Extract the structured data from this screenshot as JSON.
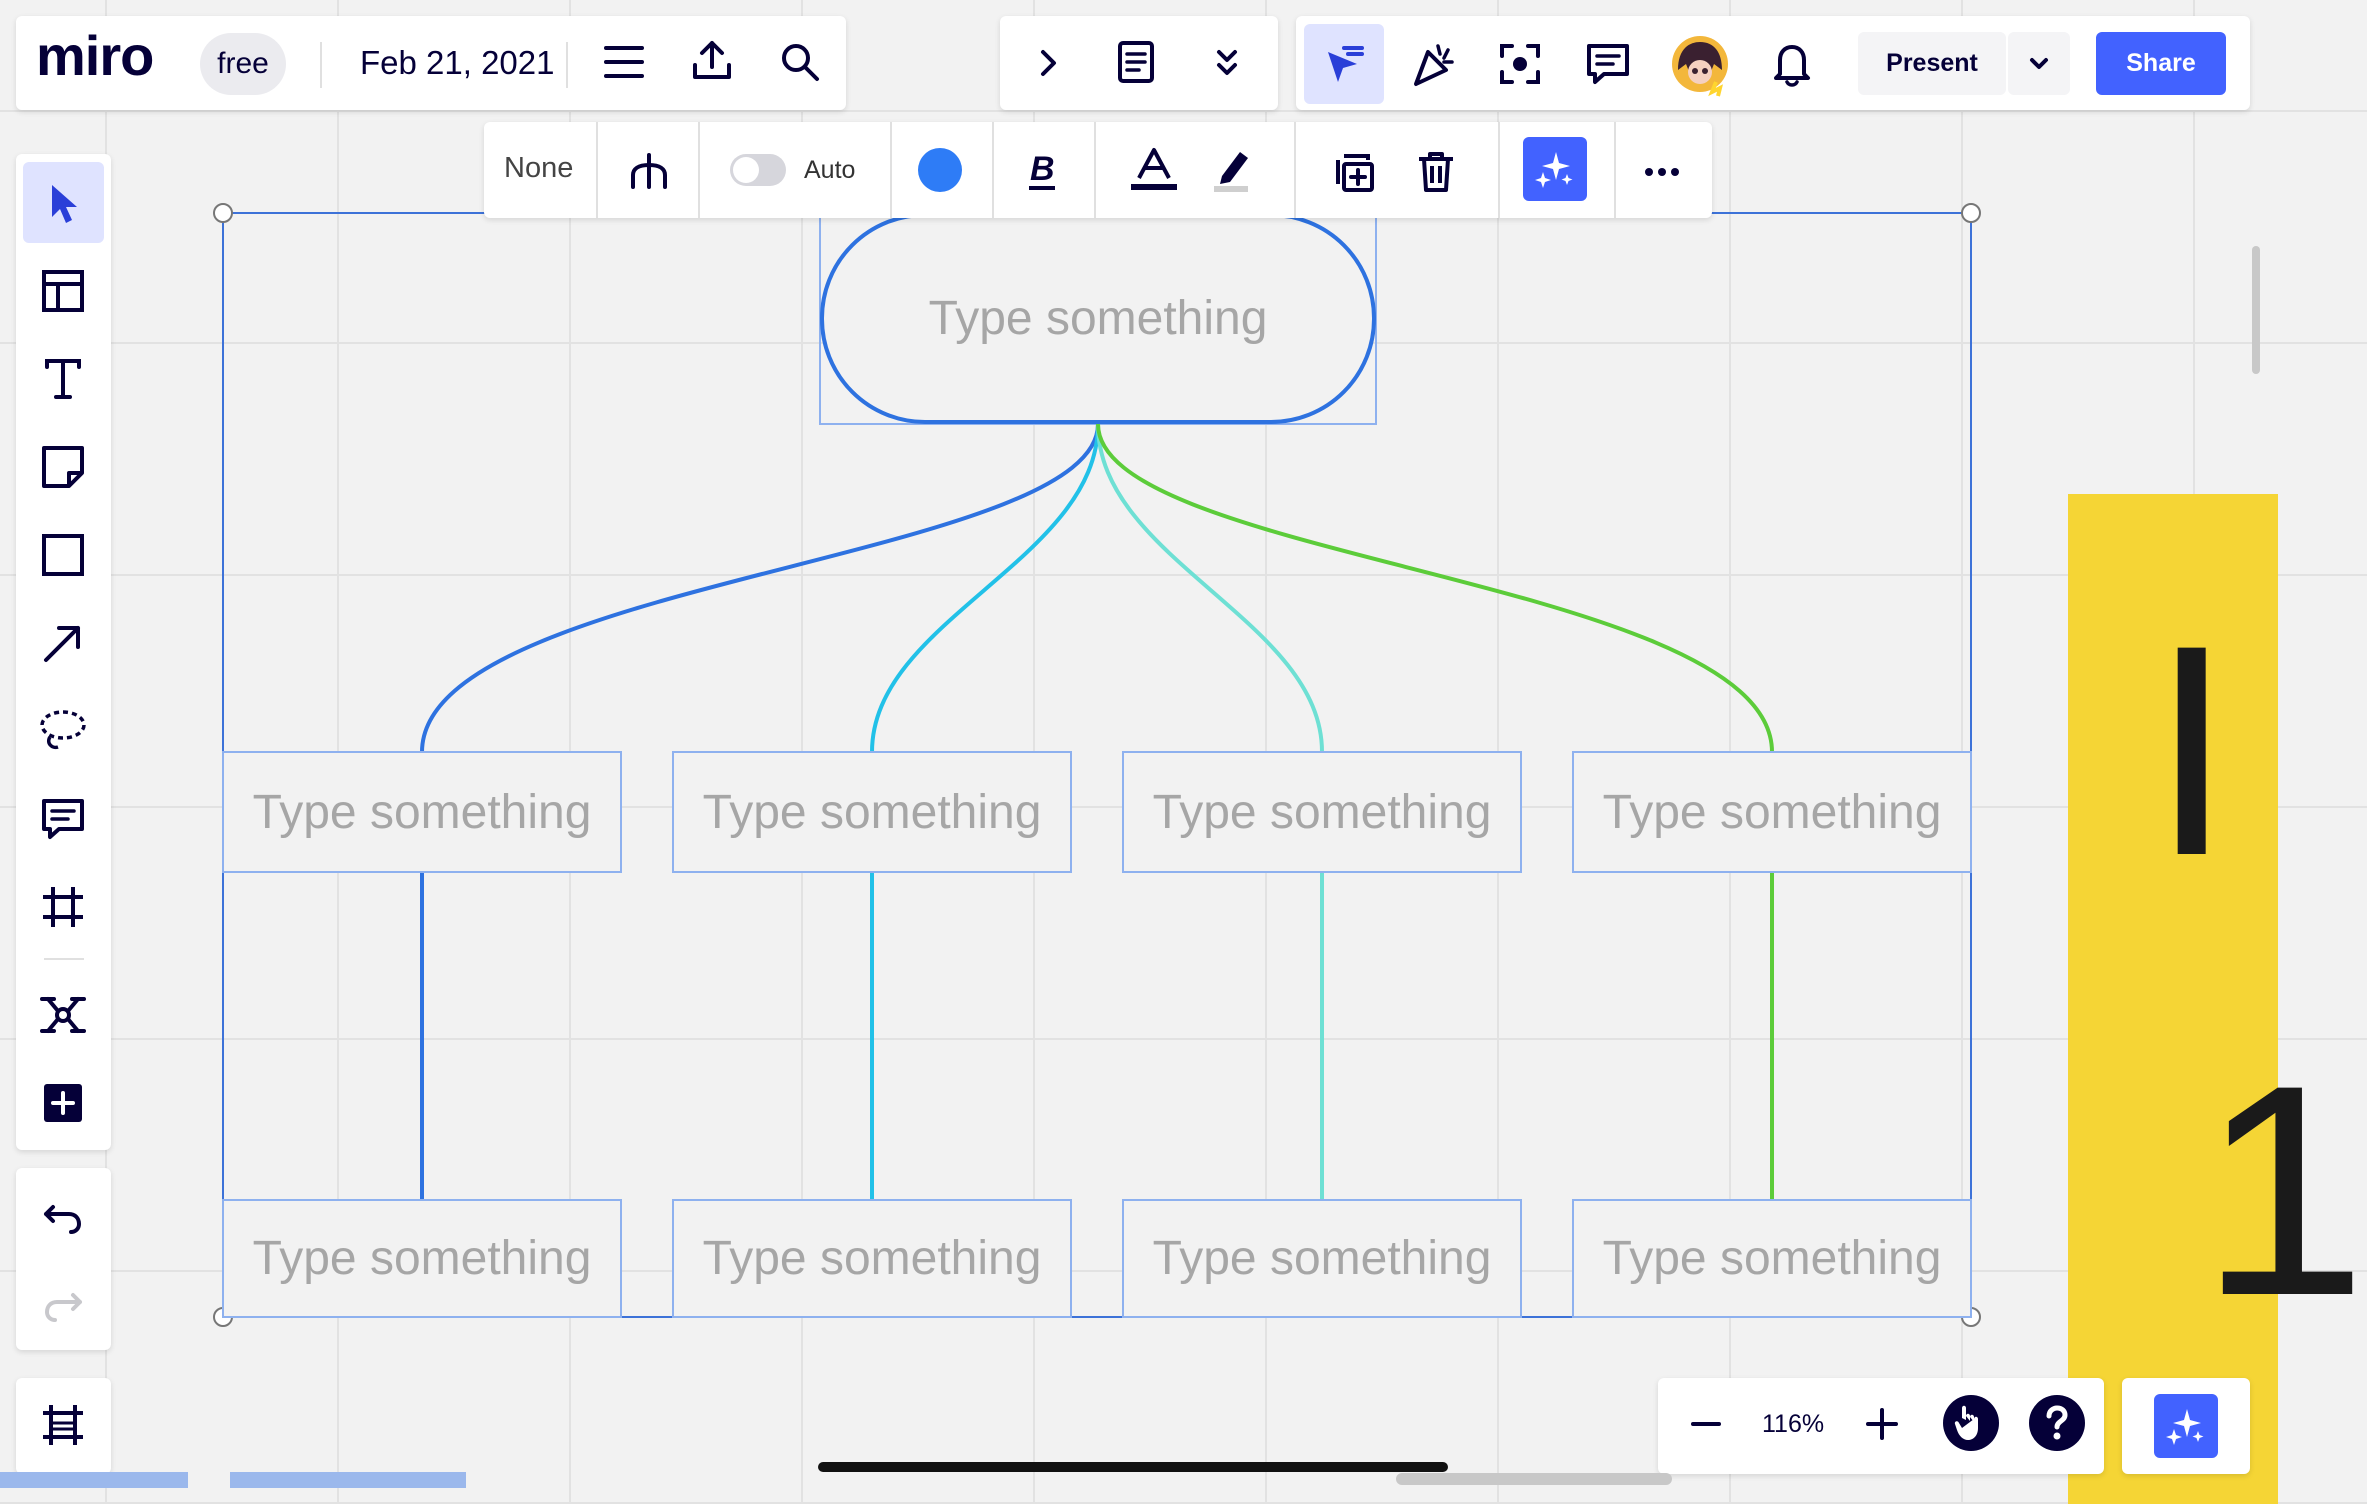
{
  "header": {
    "logo": "miro",
    "plan_badge": "free",
    "board_title": "Feb 21, 2021"
  },
  "collab_bar": {
    "present_label": "Present",
    "share_label": "Share"
  },
  "context_toolbar": {
    "style_label": "None",
    "auto_label": "Auto",
    "line_color": "#2e7cf6"
  },
  "canvas": {
    "root_node": "Type something",
    "level1_nodes": [
      "Type something",
      "Type something",
      "Type something",
      "Type something"
    ],
    "level2_nodes": [
      "Type something",
      "Type something",
      "Type something",
      "Type something"
    ],
    "branch_colors": [
      "#2e72e0",
      "#22c1e8",
      "#6ee0d4",
      "#5ccc3a"
    ]
  },
  "sticky_note": {
    "line1": "I",
    "line2": "1"
  },
  "zoom": {
    "level": "116%"
  },
  "colors": {
    "accent": "#4262ff",
    "selection": "#3d72d8",
    "sticky": "#f5d535"
  },
  "icons": {
    "top_left": [
      "menu-icon",
      "upload-icon",
      "search-icon"
    ],
    "top_center": [
      "chevron-right-icon",
      "notes-icon",
      "chevron-double-down-icon"
    ],
    "top_right": [
      "cursor-icon",
      "celebrate-icon",
      "focus-icon",
      "comments-icon",
      "avatar",
      "bell-icon",
      "chevron-down-icon"
    ],
    "left_toolbar": [
      "select-icon",
      "templates-icon",
      "text-icon",
      "sticky-note-icon",
      "shape-icon",
      "arrow-icon",
      "lasso-icon",
      "comment-icon",
      "frame-icon",
      "mindmap-icon",
      "plus-icon",
      "undo-icon",
      "redo-icon",
      "frames-icon"
    ]
  }
}
